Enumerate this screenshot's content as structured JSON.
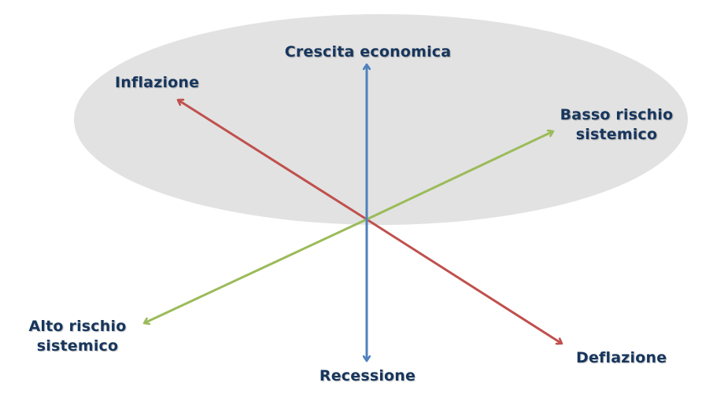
{
  "labels": {
    "growth": "Crescita economica",
    "recession": "Recessione",
    "inflation": "Inflazione",
    "deflation": "Deflazione",
    "low_risk_line1": "Basso rischio",
    "low_risk_line2": "sistemico",
    "high_risk_line1": "Alto rischio",
    "high_risk_line2": "sistemico"
  },
  "colors": {
    "ellipse": "#e2e2e2",
    "vertical_axis": "#4f81bd",
    "inflation_axis": "#c0504d",
    "risk_axis": "#9bbb59",
    "text": "#17365d"
  }
}
